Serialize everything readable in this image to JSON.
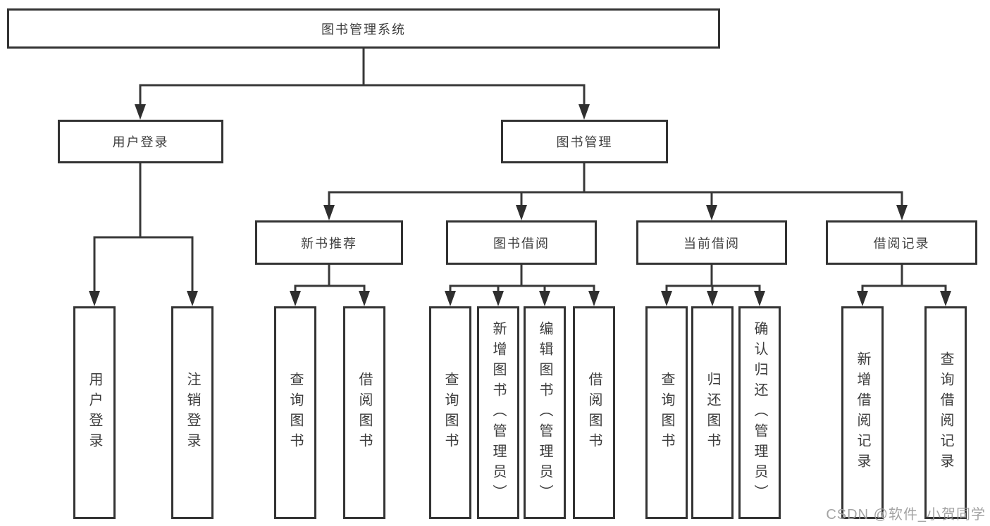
{
  "tree": {
    "label": "图书管理系统",
    "children": [
      {
        "label": "用户登录",
        "children": [
          {
            "label": "用户登录"
          },
          {
            "label": "注销登录"
          }
        ]
      },
      {
        "label": "图书管理",
        "children": [
          {
            "label": "新书推荐",
            "children": [
              {
                "label": "查询图书"
              },
              {
                "label": "借阅图书"
              }
            ]
          },
          {
            "label": "图书借阅",
            "children": [
              {
                "label": "查询图书"
              },
              {
                "label": "新增图书（管理员）"
              },
              {
                "label": "编辑图书（管理员）"
              },
              {
                "label": "借阅图书"
              }
            ]
          },
          {
            "label": "当前借阅",
            "children": [
              {
                "label": "查询图书"
              },
              {
                "label": "归还图书"
              },
              {
                "label": "确认归还（管理员）"
              }
            ]
          },
          {
            "label": "借阅记录",
            "children": [
              {
                "label": "新增借阅记录"
              },
              {
                "label": "查询借阅记录"
              }
            ]
          }
        ]
      }
    ]
  },
  "watermark": {
    "text": "CSDN @软件_小贺同学"
  },
  "colors": {
    "line": "#383838",
    "box_border": "#333333",
    "text": "#3d3d3d",
    "watermark": "#9e9e9e",
    "background": "#ffffff"
  }
}
